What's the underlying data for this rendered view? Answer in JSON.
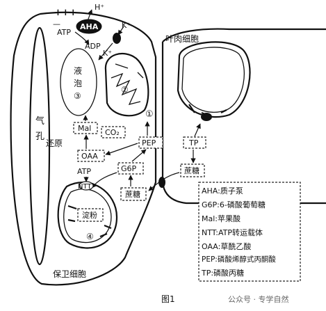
{
  "top": {
    "charges": "+++",
    "minus": "—",
    "h_ion": "H⁺",
    "aha": "AHA",
    "atp": "ATP",
    "adp": "ADP",
    "k_out": "K⁺",
    "k_in": "K⁺"
  },
  "labels": {
    "mesophyll": "叶肉细胞",
    "stoma_1": "气",
    "stoma_2": "孔",
    "guard_cell": "保卫细胞",
    "vacuole_1": "液",
    "vacuole_2": "泡",
    "vacuole_num": "③",
    "mito_num": "②",
    "path_num": "①",
    "reduction": "还原",
    "atp2": "ATP",
    "ntt": "NTT",
    "starch_num": "④"
  },
  "boxes": {
    "mal": "Mal",
    "co2": "CO₂",
    "oaa": "OAA",
    "pep": "PEP",
    "g6p": "G6P",
    "tp": "TP",
    "sucrose_guard": "蔗糖",
    "sucrose_meso": "蔗糖",
    "starch": "淀粉"
  },
  "legend": [
    "AHA:质子泵",
    "G6P:6-磷酸葡萄糖",
    "Mal:苹果酸",
    "NTT:ATP转运载体",
    "OAA:草酰乙酸",
    "PEP:磷酸烯醇式丙酮酸",
    "TP:磷酸丙糖"
  ],
  "caption": "图1",
  "watermark": "公众号 · 专学自然"
}
